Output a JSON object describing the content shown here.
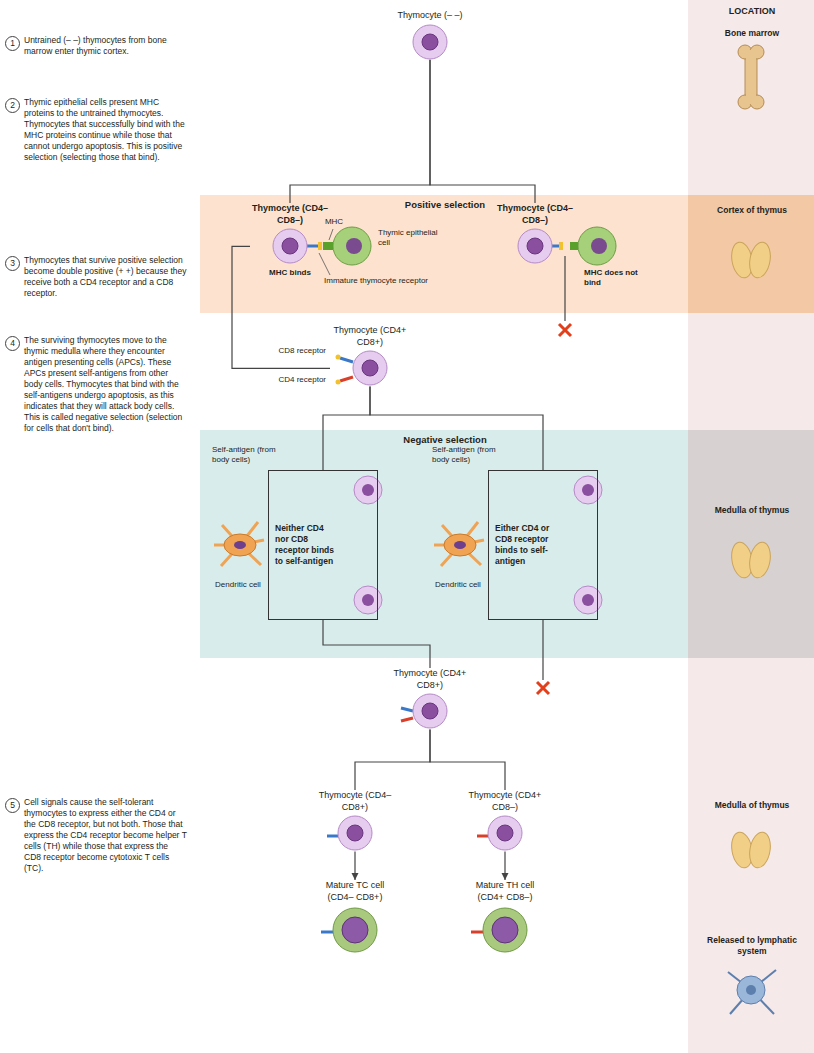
{
  "diagram": {
    "nodes": [
      {
        "text": [
          "Thymocyte (– –)"
        ]
      },
      {
        "text": [
          "Positive selection"
        ]
      },
      {
        "text": [
          "Thymocyte (CD4– CD8–)"
        ],
        "in": 1
      },
      {
        "text": [
          "Thymocyte (CD4– CD8–)"
        ],
        "in": 1
      },
      {
        "text": [
          "Thymocyte (CD4+ CD8+)"
        ]
      },
      {
        "text": [
          "Negative selection"
        ]
      },
      {
        "text": [
          "Neither CD4 nor CD8 receptor binds to self-antigen"
        ],
        "in": 5
      },
      {
        "text": [
          "Either CD4 or CD8 receptor binds to self-antigen"
        ],
        "in": 5
      },
      {
        "text": [
          "Thymocyte (CD4+ CD8+)"
        ]
      },
      {
        "text": [
          "Thymocyte (CD4– CD8+)"
        ]
      },
      {
        "text": [
          "Thymocyte (CD4+ CD8–)"
        ]
      },
      {
        "text": [
          "Mature TC cell (CD4– CD8+)"
        ]
      },
      {
        "text": [
          "Mature TH cell (CD4+ CD8–)"
        ]
      },
      {
        "text": [
          "1"
        ]
      },
      {
        "text": [
          "2"
        ]
      },
      {
        "text": [
          "3"
        ]
      },
      {
        "text": [
          "4"
        ]
      },
      {
        "text": [
          "5"
        ]
      }
    ],
    "edges": [
      {
        "from": 0,
        "to": 2,
        "arrow": "none"
      },
      {
        "from": 0,
        "to": 3,
        "arrow": "none"
      },
      {
        "from": 2,
        "to": 4,
        "arrow": "none"
      },
      {
        "from": 4,
        "to": 6,
        "arrow": "none"
      },
      {
        "from": 4,
        "to": 7,
        "arrow": "none"
      },
      {
        "from": 6,
        "to": 8,
        "arrow": "none"
      },
      {
        "from": 8,
        "to": 9,
        "arrow": "none"
      },
      {
        "from": 8,
        "to": 10,
        "arrow": "none"
      },
      {
        "from": 9,
        "to": 11,
        "arrow": "to"
      },
      {
        "from": 10,
        "to": 12,
        "arrow": "to"
      }
    ],
    "labels": [
      "Untrained (– –) thymocytes from bone marrow enter thymic cortex.",
      "Thymic epithelial cells present MHC proteins to the untrained thymocytes. Thymocytes that successfully bind with the MHC proteins continue while those that cannot undergo apoptosis. This is positive selection (selecting those that bind).",
      "Thymocytes that survive positive selection become double positive (+ +) because they receive both a CD4 receptor and a CD8 receptor.",
      "The surviving thymocytes move to the thymic medulla where they encounter antigen presenting cells (APCs). These APCs present self-antigens from other body cells. Thymocytes that bind with the self-antigens undergo apoptosis, as this indicates that they will attack body cells. This is called negative selection (selection for cells that don't bind).",
      "Cell signals cause the self-tolerant thymocytes to express either the CD4 or the CD8 receptor, but not both. Those that express the CD4 receptor become helper T cells (TH) while those that express the CD8 receptor become cytotoxic T cells (TC).",
      "LOCATION",
      "Bone marrow",
      "Cortex of thymus",
      "Medulla of thymus",
      "Medulla of thymus",
      "Released to lymphatic system",
      "MHC",
      "Thymic epithelial cell",
      "Immature thymocyte receptor",
      "MHC binds",
      "MHC does not bind",
      "CD8 receptor",
      "CD4 receptor",
      "Self-antigen (from body cells)",
      "Dendritic cell",
      "Self-antigen (from body cells)",
      "Dendritic cell"
    ]
  }
}
